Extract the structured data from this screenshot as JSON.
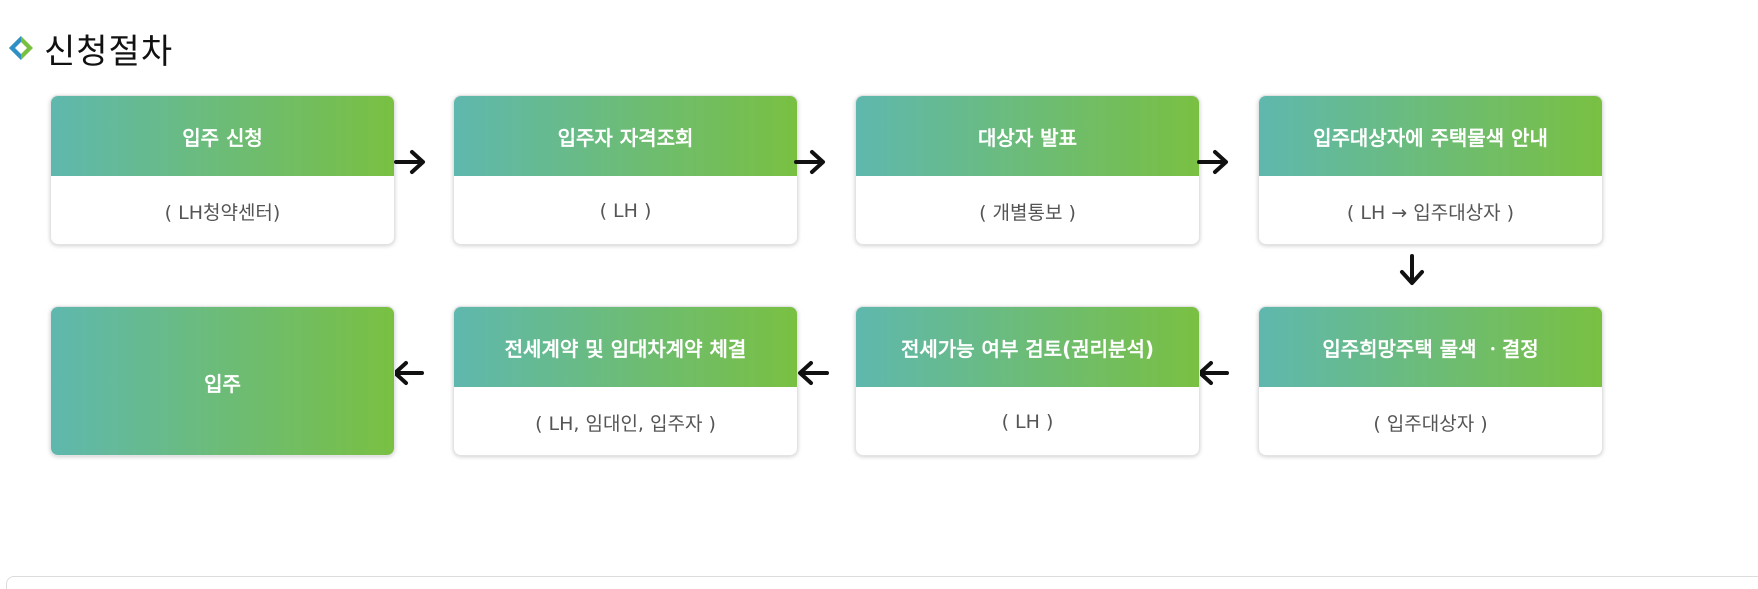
{
  "section": {
    "title": "신청절차",
    "icon": "diamond-icon"
  },
  "steps": [
    {
      "title": "입주 신청",
      "sub": "( LH청약센터)"
    },
    {
      "title": "입주자 자격조회",
      "sub": "( LH )"
    },
    {
      "title": "대상자 발표",
      "sub": "( 개별통보 )"
    },
    {
      "title": "입주대상자에 주택물색 안내",
      "sub": "( LH → 입주대상자 )"
    },
    {
      "title": "입주희망주택 물색 ㆍ결정",
      "sub": "( 입주대상자 )"
    },
    {
      "title": "전세가능 여부 검토(권리분석)",
      "sub": "( LH )"
    },
    {
      "title": "전세계약 및 임대차계약 체결",
      "sub": "( LH, 임대인, 입주자 )"
    },
    {
      "title": "입주",
      "sub": ""
    }
  ],
  "arrows": {
    "right": "arrow-right-icon",
    "down": "arrow-down-icon",
    "left": "arrow-left-icon"
  },
  "colors": {
    "gradient_start": "#5fb8ae",
    "gradient_end": "#79c042"
  }
}
